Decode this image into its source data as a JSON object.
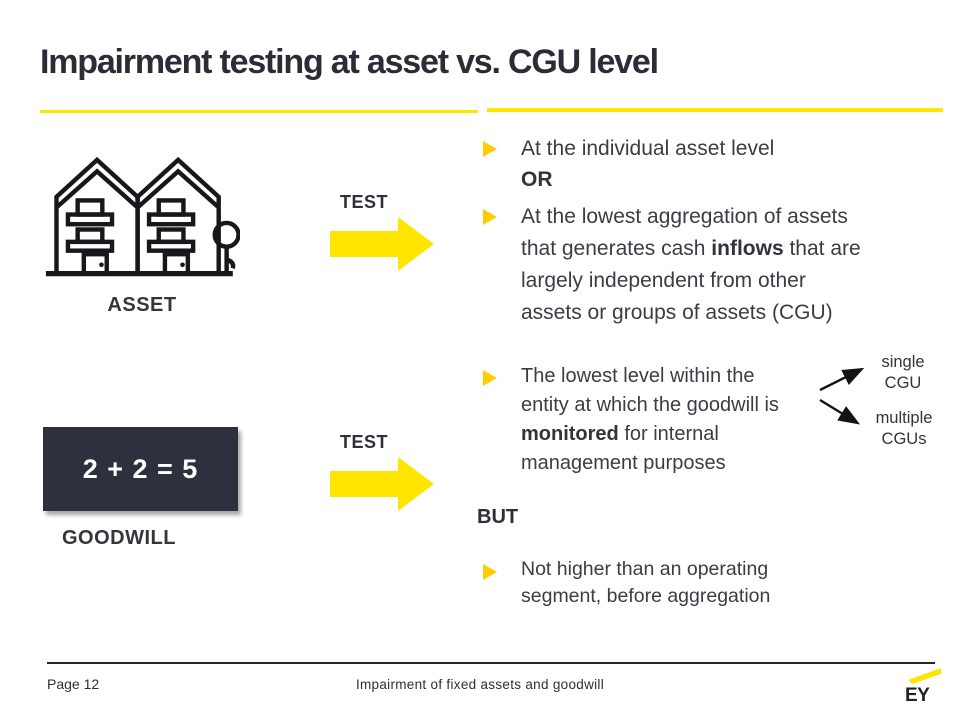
{
  "slide": {
    "title": "Impairment testing at asset vs. CGU level"
  },
  "colors": {
    "accent_yellow": "#ffe600",
    "bullet_yellow": "#ffcc00",
    "dark_text": "#2e2e38",
    "goodwill_box_bg": "#2d313d"
  },
  "icons": {
    "asset": "townhouses-with-tree",
    "test_arrow": "block-arrow-right",
    "bullet": "triangle-right",
    "cgu_fanout": "two-diverging-arrows",
    "ey_logo": "ey-beam-logo"
  },
  "left": {
    "asset_label": "ASSET",
    "test_top": "TEST",
    "test_bottom": "TEST",
    "goodwill_formula": "2 + 2 = 5",
    "goodwill_label": "GOODWILL"
  },
  "right": {
    "item1": {
      "line1": "At the individual asset level",
      "or_label": "OR"
    },
    "item2": {
      "l1": "At the lowest aggregation of assets",
      "l2a": "that generates cash ",
      "l2b": "inflows",
      "l2c": " that are",
      "l3": "largely independent from other",
      "l4": "assets or groups of assets (CGU)"
    },
    "item3": {
      "l1": "The lowest level within the",
      "l2": "entity at which the goodwill is",
      "l3a": "monitored",
      "l3b": " for internal",
      "l4": "management purposes"
    },
    "cgu_single": {
      "line1": "single",
      "line2": "CGU"
    },
    "cgu_multiple": {
      "line1": "multiple",
      "line2": "CGUs"
    },
    "but_label": "BUT",
    "item4": {
      "l1": "Not higher than an operating",
      "l2": "segment, before aggregation"
    }
  },
  "footer": {
    "page_label": "Page 12",
    "doc_title": "Impairment of fixed assets and goodwill",
    "logo_text": "EY"
  }
}
